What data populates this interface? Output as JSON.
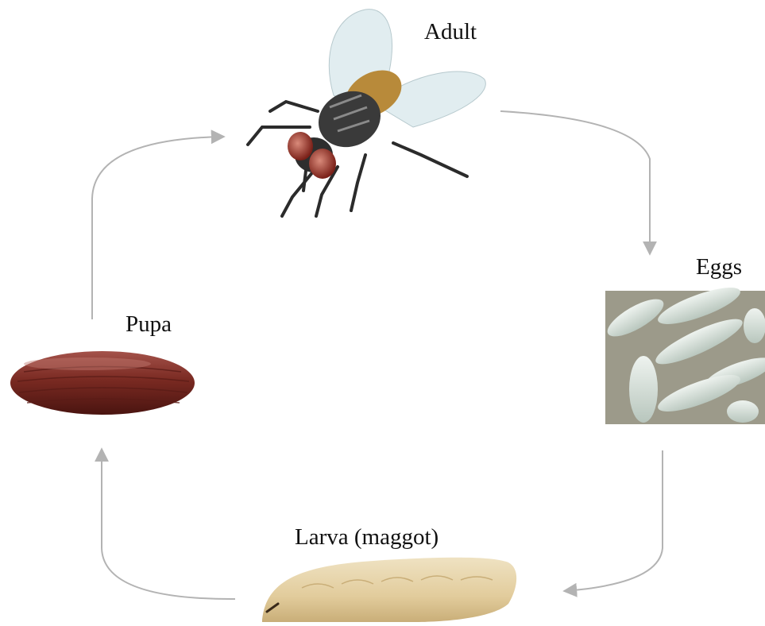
{
  "stages": {
    "adult": {
      "label": "Adult",
      "image": "housefly-adult"
    },
    "eggs": {
      "label": "Eggs",
      "image": "fly-eggs-photo"
    },
    "larva": {
      "label": "Larva (maggot)",
      "image": "fly-larva-maggot"
    },
    "pupa": {
      "label": "Pupa",
      "image": "fly-pupa"
    }
  },
  "colors": {
    "arrow": "#b3b3b3",
    "pupa": "#7a2a22",
    "larva": "#e6d3a8",
    "eggs": "#c9d3c8",
    "fly_body": "#3a3a3a",
    "fly_eye": "#a0302a",
    "fly_wing": "#cfe2e8"
  }
}
